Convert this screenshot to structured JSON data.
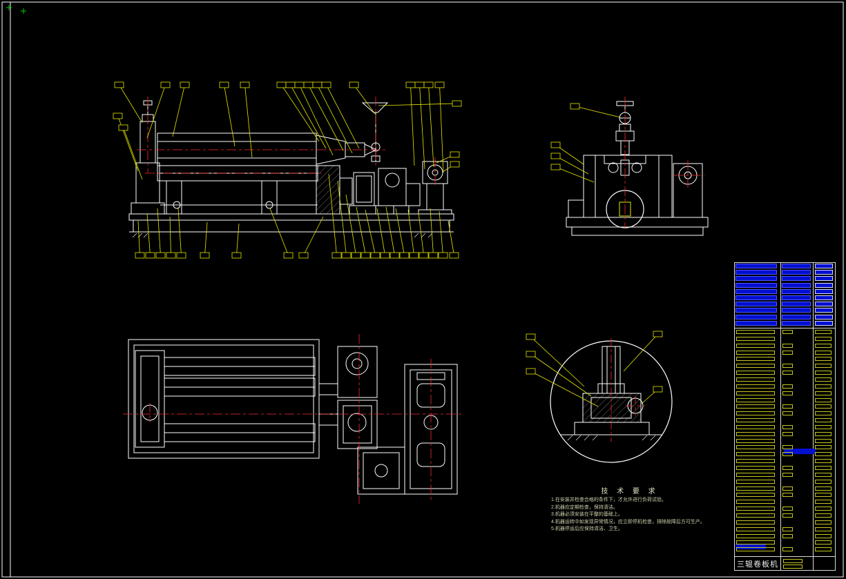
{
  "window": {
    "background": "#000000"
  },
  "colors": {
    "outline": "#ffffff",
    "leader": "#e8e800",
    "centerline": "#ff2a2a",
    "highlight_blue": "#000fd0",
    "frame": "#ffffff",
    "ucs_mark_green": "#00d000"
  },
  "title_block": {
    "name": "三辊卷板机"
  },
  "tech_requirements": {
    "title": "技 术 要 求",
    "items": [
      "1.在安装并检查合格的条件下，才允许进行负荷试验。",
      "2.机器应定期检查，保持清洁。",
      "3.机器必须安装在平整的基础上。",
      "4.机器运转中如发现异常情况，应立即停机检查，排除故障后方可生产。",
      "5.机器停运后应保持清洁、卫生。"
    ]
  },
  "bom": {
    "highlighted_rows": 10,
    "rows": 33
  }
}
